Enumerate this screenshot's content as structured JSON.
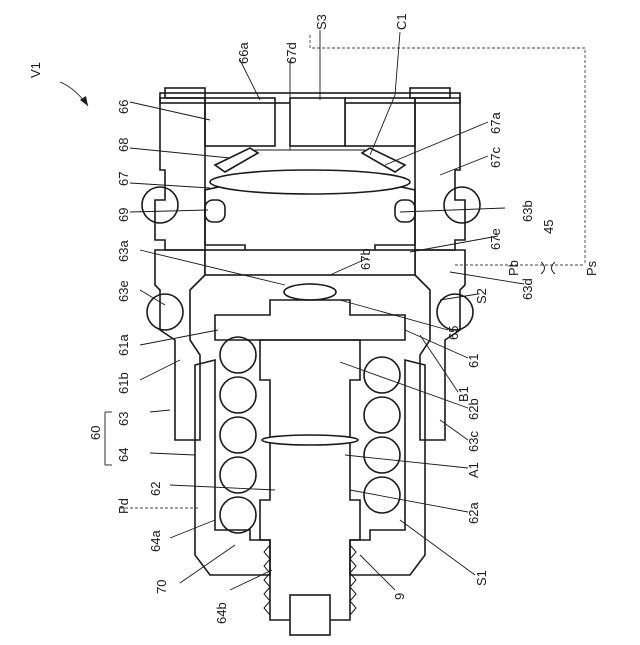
{
  "labels": {
    "V1": "V1",
    "S3": "S3",
    "C1": "C1",
    "66a": "66a",
    "67d": "67d",
    "66": "66",
    "68": "68",
    "67": "67",
    "69": "69",
    "67a": "67a",
    "67c": "67c",
    "63b": "63b",
    "67e": "67e",
    "45": "45",
    "67b": "67b",
    "Pb": "Pb",
    "Ps": "Ps",
    "63a": "63a",
    "63d": "63d",
    "63e": "63e",
    "S2": "S2",
    "65": "65",
    "61a": "61a",
    "61": "61",
    "61b": "61b",
    "B1": "B1",
    "63": "63",
    "62b": "62b",
    "60": "60",
    "63c": "63c",
    "64": "64",
    "A1": "A1",
    "62": "62",
    "Pd": "Pd",
    "62a": "62a",
    "64a": "64a",
    "70": "70",
    "S1": "S1",
    "64b": "64b",
    "9": "9"
  }
}
